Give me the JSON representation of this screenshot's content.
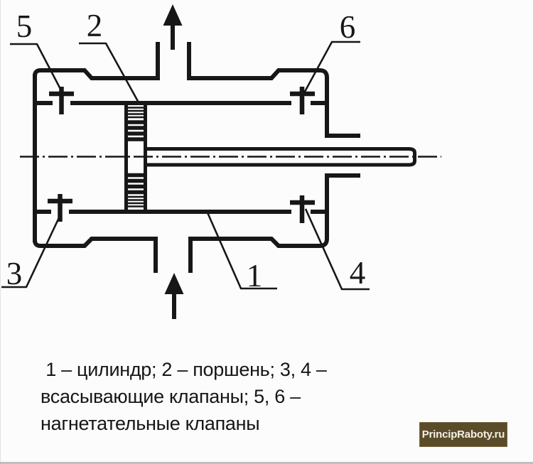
{
  "diagram": {
    "labels": [
      {
        "part": "discharge-valve-left",
        "text": "5"
      },
      {
        "part": "piston",
        "text": "2"
      },
      {
        "part": "discharge-valve-right",
        "text": "6"
      },
      {
        "part": "suction-valve-left",
        "text": "3"
      },
      {
        "part": "cylinder",
        "text": "1"
      },
      {
        "part": "suction-valve-right",
        "text": "4"
      }
    ]
  },
  "caption": {
    "lines": [
      " 1 – цилиндр; 2 – поршень; 3, 4 –",
      "всасывающие клапаны; 5, 6 –",
      "нагнетательные клапаны"
    ]
  },
  "watermark": {
    "text": "PrincipRaboty.ru"
  },
  "colors": {
    "ink": "#171717",
    "background": "#fcfcfc",
    "badge_bg": "#5b4c29",
    "badge_text": "#f2efe4"
  }
}
